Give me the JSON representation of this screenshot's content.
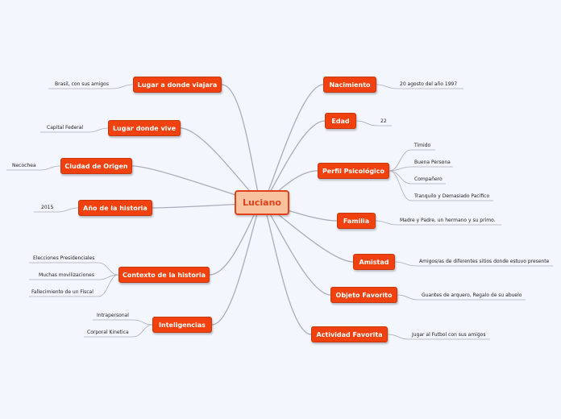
{
  "center": {
    "label": "Luciano"
  },
  "left_topics": [
    {
      "label": "Lugar a donde viajara",
      "leaves": [
        "Brasil, con sus amigos"
      ]
    },
    {
      "label": "Lugar donde vive",
      "leaves": [
        "Capital Federal"
      ]
    },
    {
      "label": "Ciudad de Origen",
      "leaves": [
        "Necochea"
      ]
    },
    {
      "label": "Año de la historia",
      "leaves": [
        "2015"
      ]
    },
    {
      "label": "Contexto de la historia",
      "leaves": [
        "Elecciones Presidenciales",
        "Muchas movilizaciones",
        "Fallecimiento de un Fiscal"
      ]
    },
    {
      "label": "Inteligencias",
      "leaves": [
        "Intrapersonal",
        "Corporal Kinetica"
      ]
    }
  ],
  "right_topics": [
    {
      "label": "Nacimiento",
      "leaves": [
        "20 agosto del año 1997"
      ]
    },
    {
      "label": "Edad",
      "leaves": [
        "22"
      ]
    },
    {
      "label": "Perfil Psicológico",
      "leaves": [
        "Timido",
        "Buena Persona",
        "Compañero",
        "Tranquilo y Demasiado Pacifico"
      ]
    },
    {
      "label": "Familia",
      "leaves": [
        "Madre y Padre, un hermano y su primo."
      ]
    },
    {
      "label": "Amistad",
      "leaves": [
        "Amigos/as de diferentes sitios donde estuvo presente"
      ]
    },
    {
      "label": "Objeto Favorito",
      "leaves": [
        "Guantes de arquero, Regalo de su abuelo"
      ]
    },
    {
      "label": "Actividad Favorita",
      "leaves": [
        "Jugar al Futbol con sus amigos"
      ]
    }
  ],
  "colors": {
    "topic": "#f0410e",
    "center_fill": "#f8c29e",
    "center_border": "#e2401a",
    "line": "#a9adb8",
    "background": "#f3f6fd"
  }
}
